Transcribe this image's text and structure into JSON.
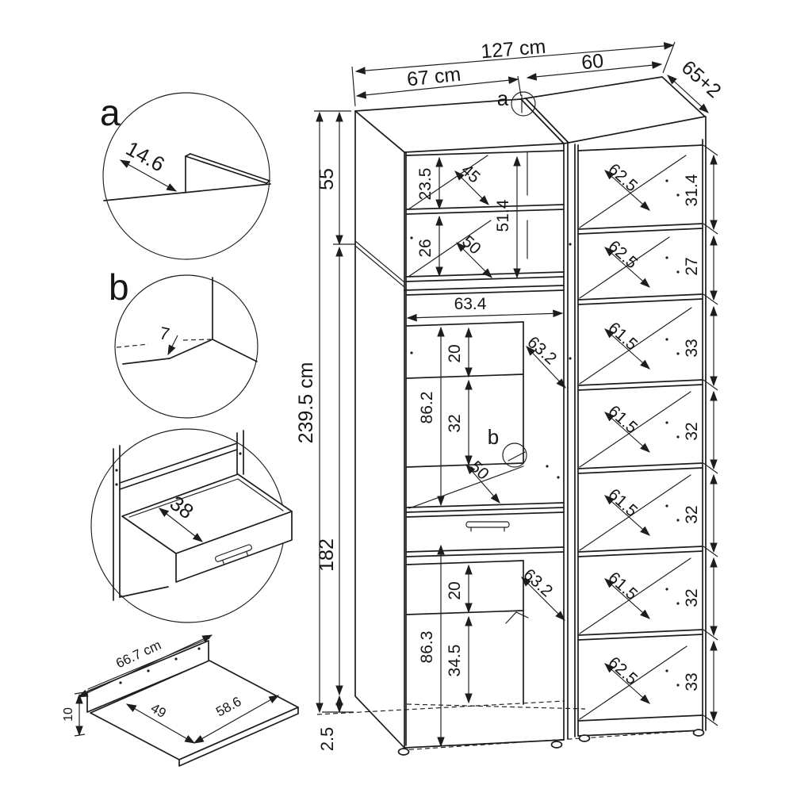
{
  "colors": {
    "background": "#ffffff",
    "line": "#1d1d1d"
  },
  "dimensions": {
    "total_width": "127 cm",
    "left_width": "67 cm",
    "right_width": "60",
    "depth": "65+2",
    "total_height": "239.5 cm",
    "upper_height": "55",
    "lower_height": "182",
    "feet_height": "2.5"
  },
  "callouts": {
    "a": "a",
    "b": "b"
  },
  "detail_views": {
    "a": {
      "label": "a",
      "dimension": "14.6"
    },
    "b": {
      "label": "b",
      "dimension": "7"
    },
    "drawer": {
      "dimension": "38"
    }
  },
  "shelf_view": {
    "width": "66.7 cm",
    "back_height": "10",
    "depth_a": "49",
    "depth_b": "58.6"
  },
  "left_cabinet": {
    "upper": {
      "shelf1_height": "23.5",
      "shelf1_depth": "45",
      "interior_height": "51.4",
      "shelf2_height": "26",
      "shelf2_depth": "50"
    },
    "middle": {
      "interior_width": "63.4",
      "recess_height": "20",
      "recess_height2": "32",
      "interior_height": "86.2",
      "panel_depth": "63.2",
      "bottom_depth": "50"
    },
    "lower": {
      "recess_height": "20",
      "bottom_height": "34.5",
      "interior_height": "86.3",
      "panel_depth": "63.2"
    }
  },
  "right_cabinet": {
    "shelves": [
      {
        "height": "31.4",
        "depth": "62.5"
      },
      {
        "height": "27",
        "depth": "62.5"
      },
      {
        "height": "33",
        "depth": "61.5"
      },
      {
        "height": "32",
        "depth": "61.5"
      },
      {
        "height": "32",
        "depth": "61.5"
      },
      {
        "height": "32",
        "depth": "61.5"
      },
      {
        "height": "33",
        "depth": "62.5"
      }
    ]
  }
}
